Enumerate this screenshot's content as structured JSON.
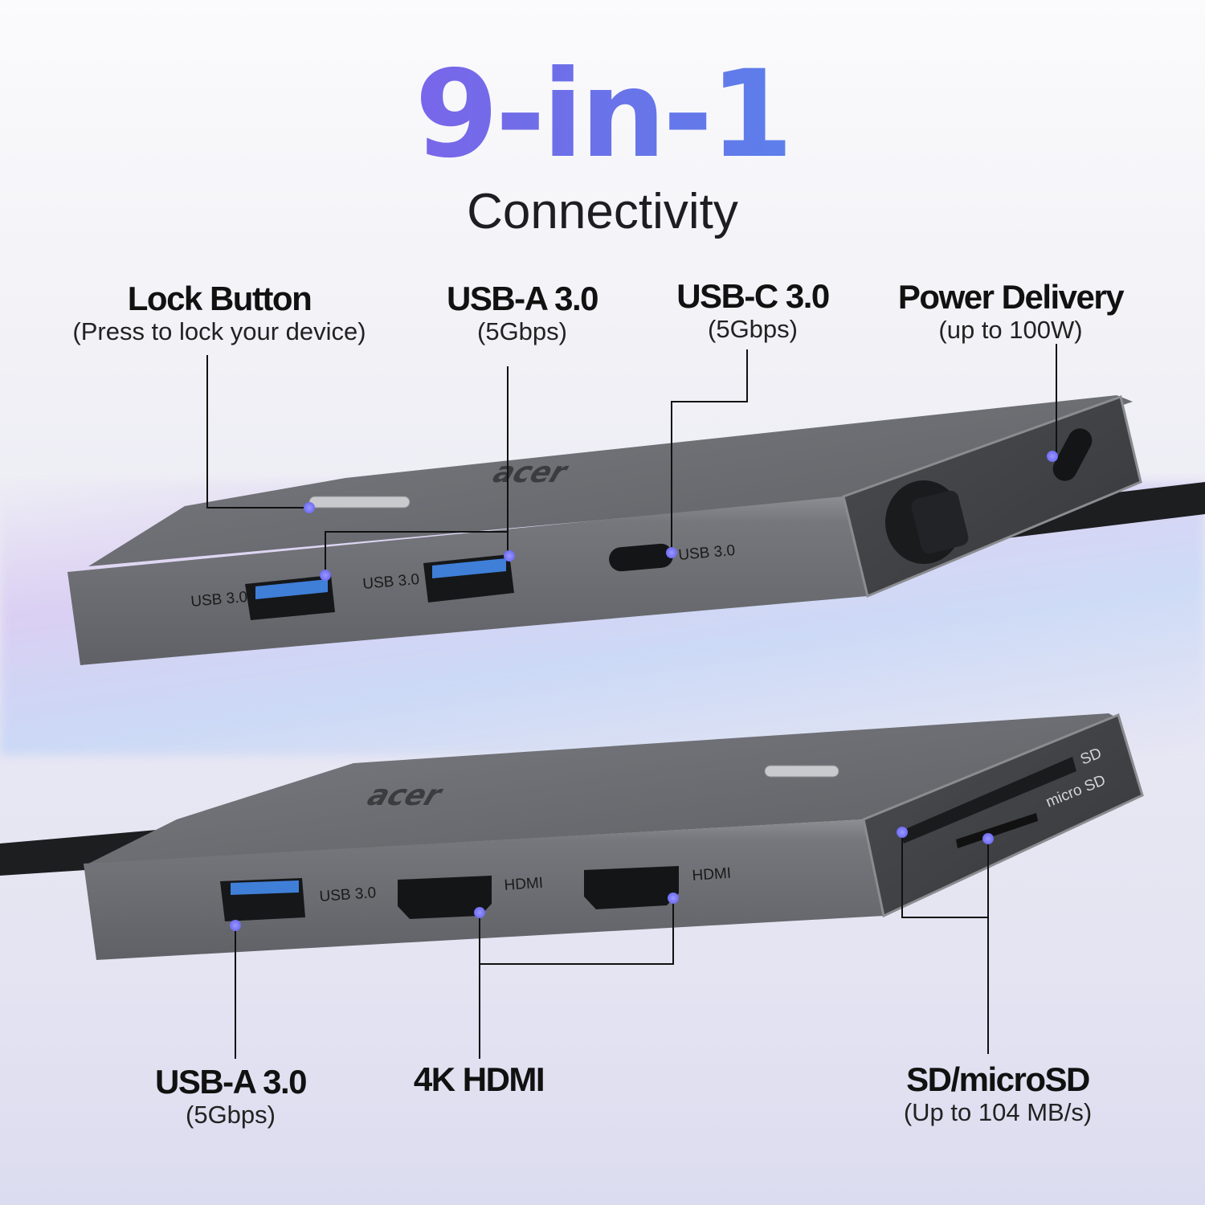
{
  "header": {
    "title": "9-in-1",
    "subtitle": "Connectivity",
    "title_gradient": [
      "#9a4cf0",
      "#6f6ee8",
      "#3d9cf0"
    ]
  },
  "callouts": {
    "lock_button": {
      "heading": "Lock Button",
      "detail": "(Press to lock your device)"
    },
    "usb_a_top": {
      "heading": "USB-A 3.0",
      "detail": "(5Gbps)"
    },
    "usb_c": {
      "heading": "USB-C 3.0",
      "detail": "(5Gbps)"
    },
    "power_delivery": {
      "heading": "Power Delivery",
      "detail": "(up to 100W)"
    },
    "usb_a_bottom": {
      "heading": "USB-A 3.0",
      "detail": "(5Gbps)"
    },
    "hdmi": {
      "heading": "4K HDMI",
      "detail": ""
    },
    "card_reader": {
      "heading": "SD/microSD",
      "detail": "(Up to 104 MB/s)"
    }
  },
  "device_top": {
    "port_labels": [
      "USB 3.0",
      "USB 3.0",
      "USB 3.0"
    ],
    "brand": "acer"
  },
  "device_bottom": {
    "port_labels": [
      "USB 3.0",
      "HDMI",
      "HDMI"
    ],
    "slot_labels": [
      "SD",
      "micro SD"
    ],
    "brand": "acer"
  },
  "colors": {
    "marker": "#7a78f0",
    "device_body": "#6b6d72",
    "device_face": "#3e4044",
    "usb_blue": "#3f7fd8"
  }
}
